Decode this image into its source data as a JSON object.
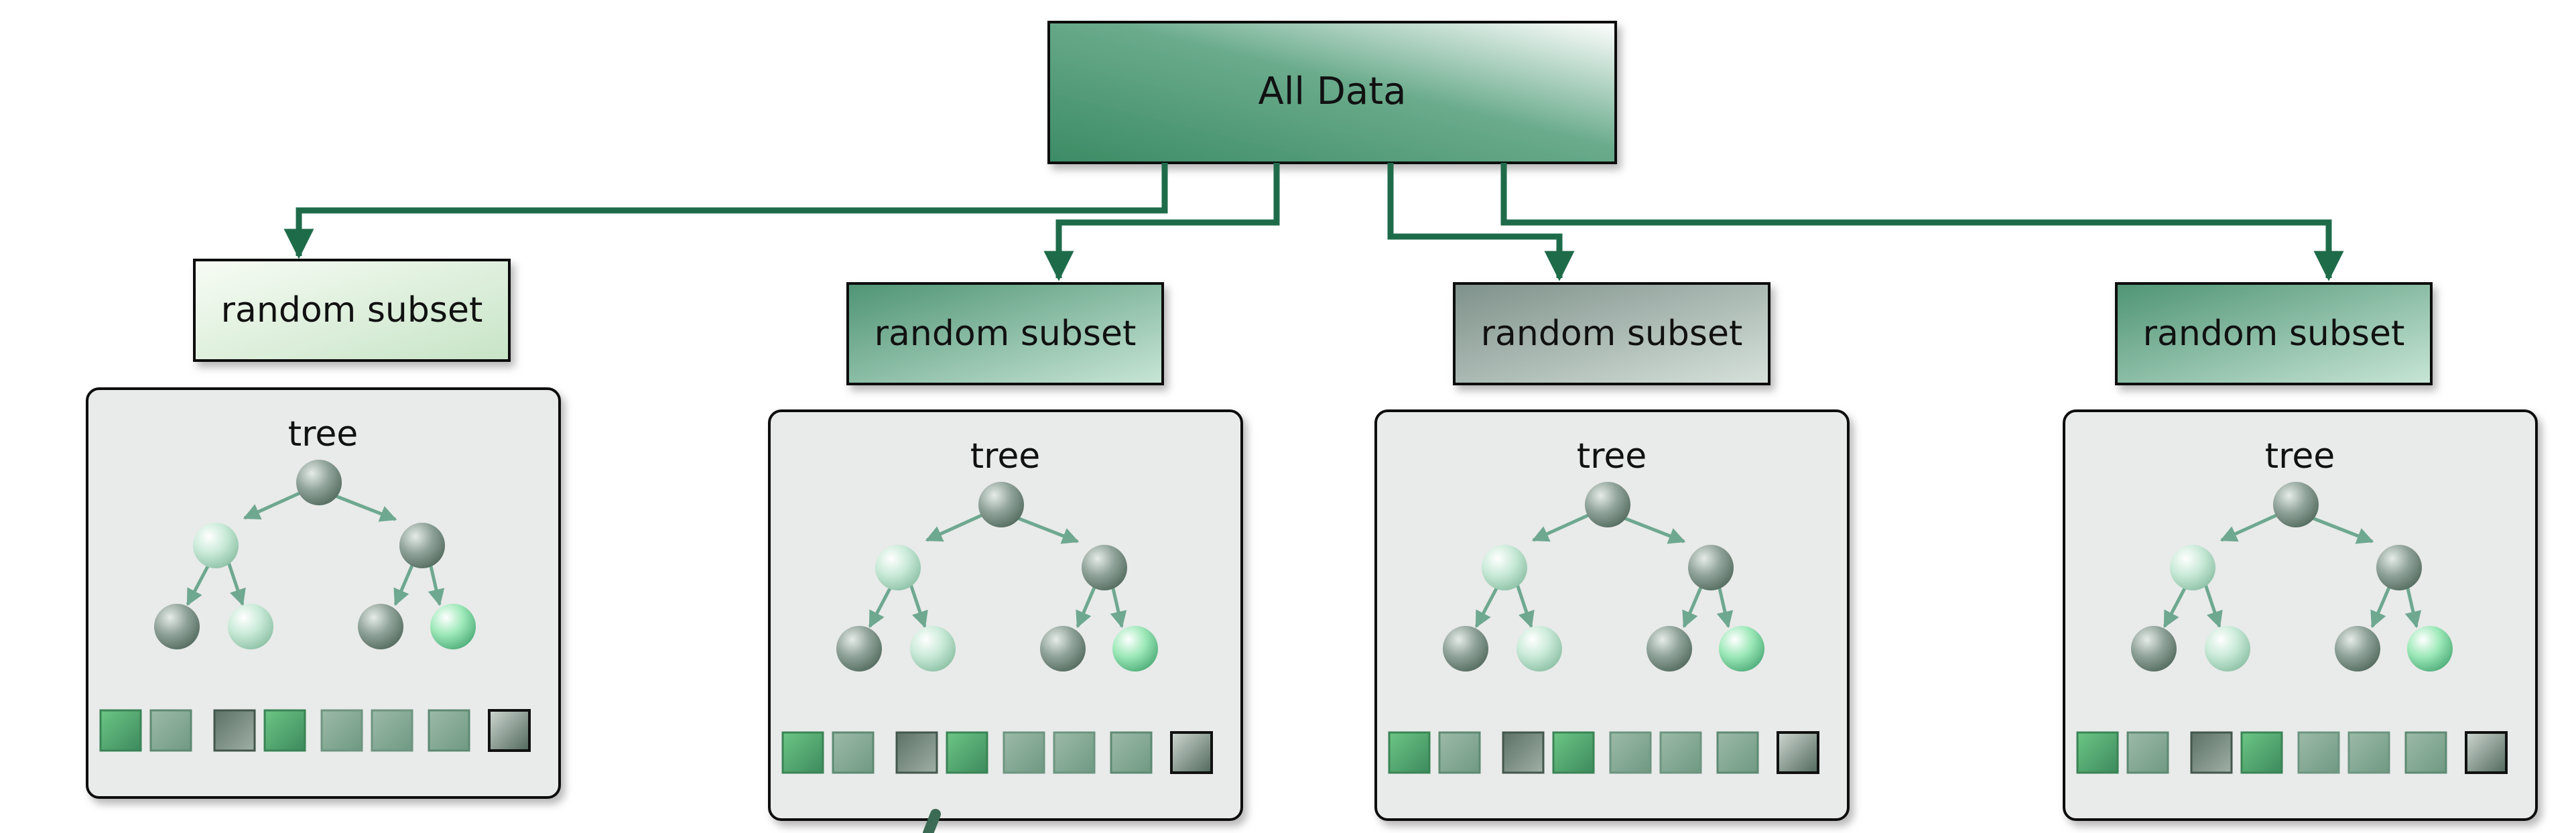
{
  "root": {
    "label": "All Data"
  },
  "subsets": [
    {
      "label": "random subset",
      "fill": "light",
      "tree_label": "tree"
    },
    {
      "label": "random subset",
      "fill": "green",
      "tree_label": "tree"
    },
    {
      "label": "random subset",
      "fill": "gray",
      "tree_label": "tree"
    },
    {
      "label": "random subset",
      "fill": "green",
      "tree_label": "tree"
    }
  ],
  "colors": {
    "connector": "#1e6b4a",
    "root_fill_dark": "#4f9a78",
    "root_fill_light": "#ffffff",
    "subset_light": "#d2ead1",
    "subset_green": "#5f9d83",
    "subset_gray": "#8e9e96",
    "panel_bg": "#e9eaea",
    "tree_arrow": "#6ea890",
    "node_dark": "#7f9288",
    "node_light": "#c6ecd6",
    "node_bright": "#98e8b4"
  },
  "leaf_squares": [
    "green",
    "green",
    "dark",
    "green",
    "mid",
    "mid",
    "mid",
    "outlined"
  ]
}
